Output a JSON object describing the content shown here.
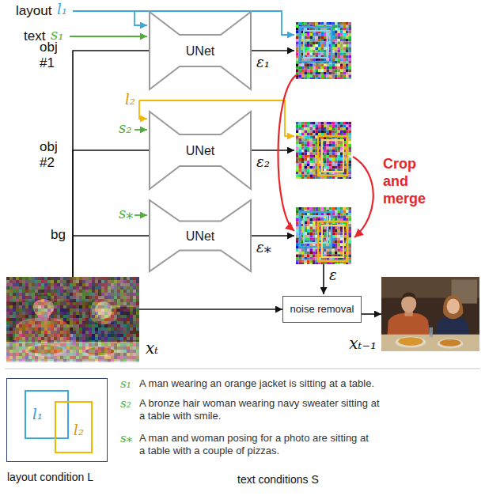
{
  "diagram": {
    "nodes": [
      {
        "text": [
          "UNet"
        ]
      },
      {
        "text": [
          "UNet"
        ]
      },
      {
        "text": [
          "UNet"
        ]
      },
      {
        "text": [
          "xₜ"
        ]
      },
      {
        "text": [
          "noise removal"
        ]
      },
      {
        "text": [
          "xₜ₋₁"
        ]
      },
      {
        "text": [
          "layout condition L"
        ]
      },
      {
        "text": [
          "l₁"
        ],
        "in": 6
      },
      {
        "text": [
          "l₂"
        ],
        "in": 6
      }
    ],
    "edges": [
      {
        "from": 3,
        "to": 0,
        "arrow": "none"
      },
      {
        "from": 3,
        "to": 1,
        "arrow": "none"
      },
      {
        "from": 3,
        "to": 2,
        "arrow": "none"
      },
      {
        "from": 3,
        "to": 4,
        "arrow": "to"
      },
      {
        "from": 4,
        "to": 5,
        "arrow": "to"
      }
    ],
    "labels": [
      "layout",
      "l₁",
      "text",
      "s₁",
      "obj #1",
      "ε₁",
      "l₂",
      "s₂",
      "obj #2",
      "ε₂",
      "Crop and merge",
      "s⁎",
      "bg",
      "ε⁎",
      "ε",
      "s₁",
      "A man wearing an orange jacket is sitting at a table.",
      "s₂",
      "A bronze hair woman wearing navy sweater sitting at a table with smile.",
      "s⁎",
      "A man and woman posing for a photo are sitting at a table with a couple of pizzas.",
      "text conditions S"
    ]
  }
}
